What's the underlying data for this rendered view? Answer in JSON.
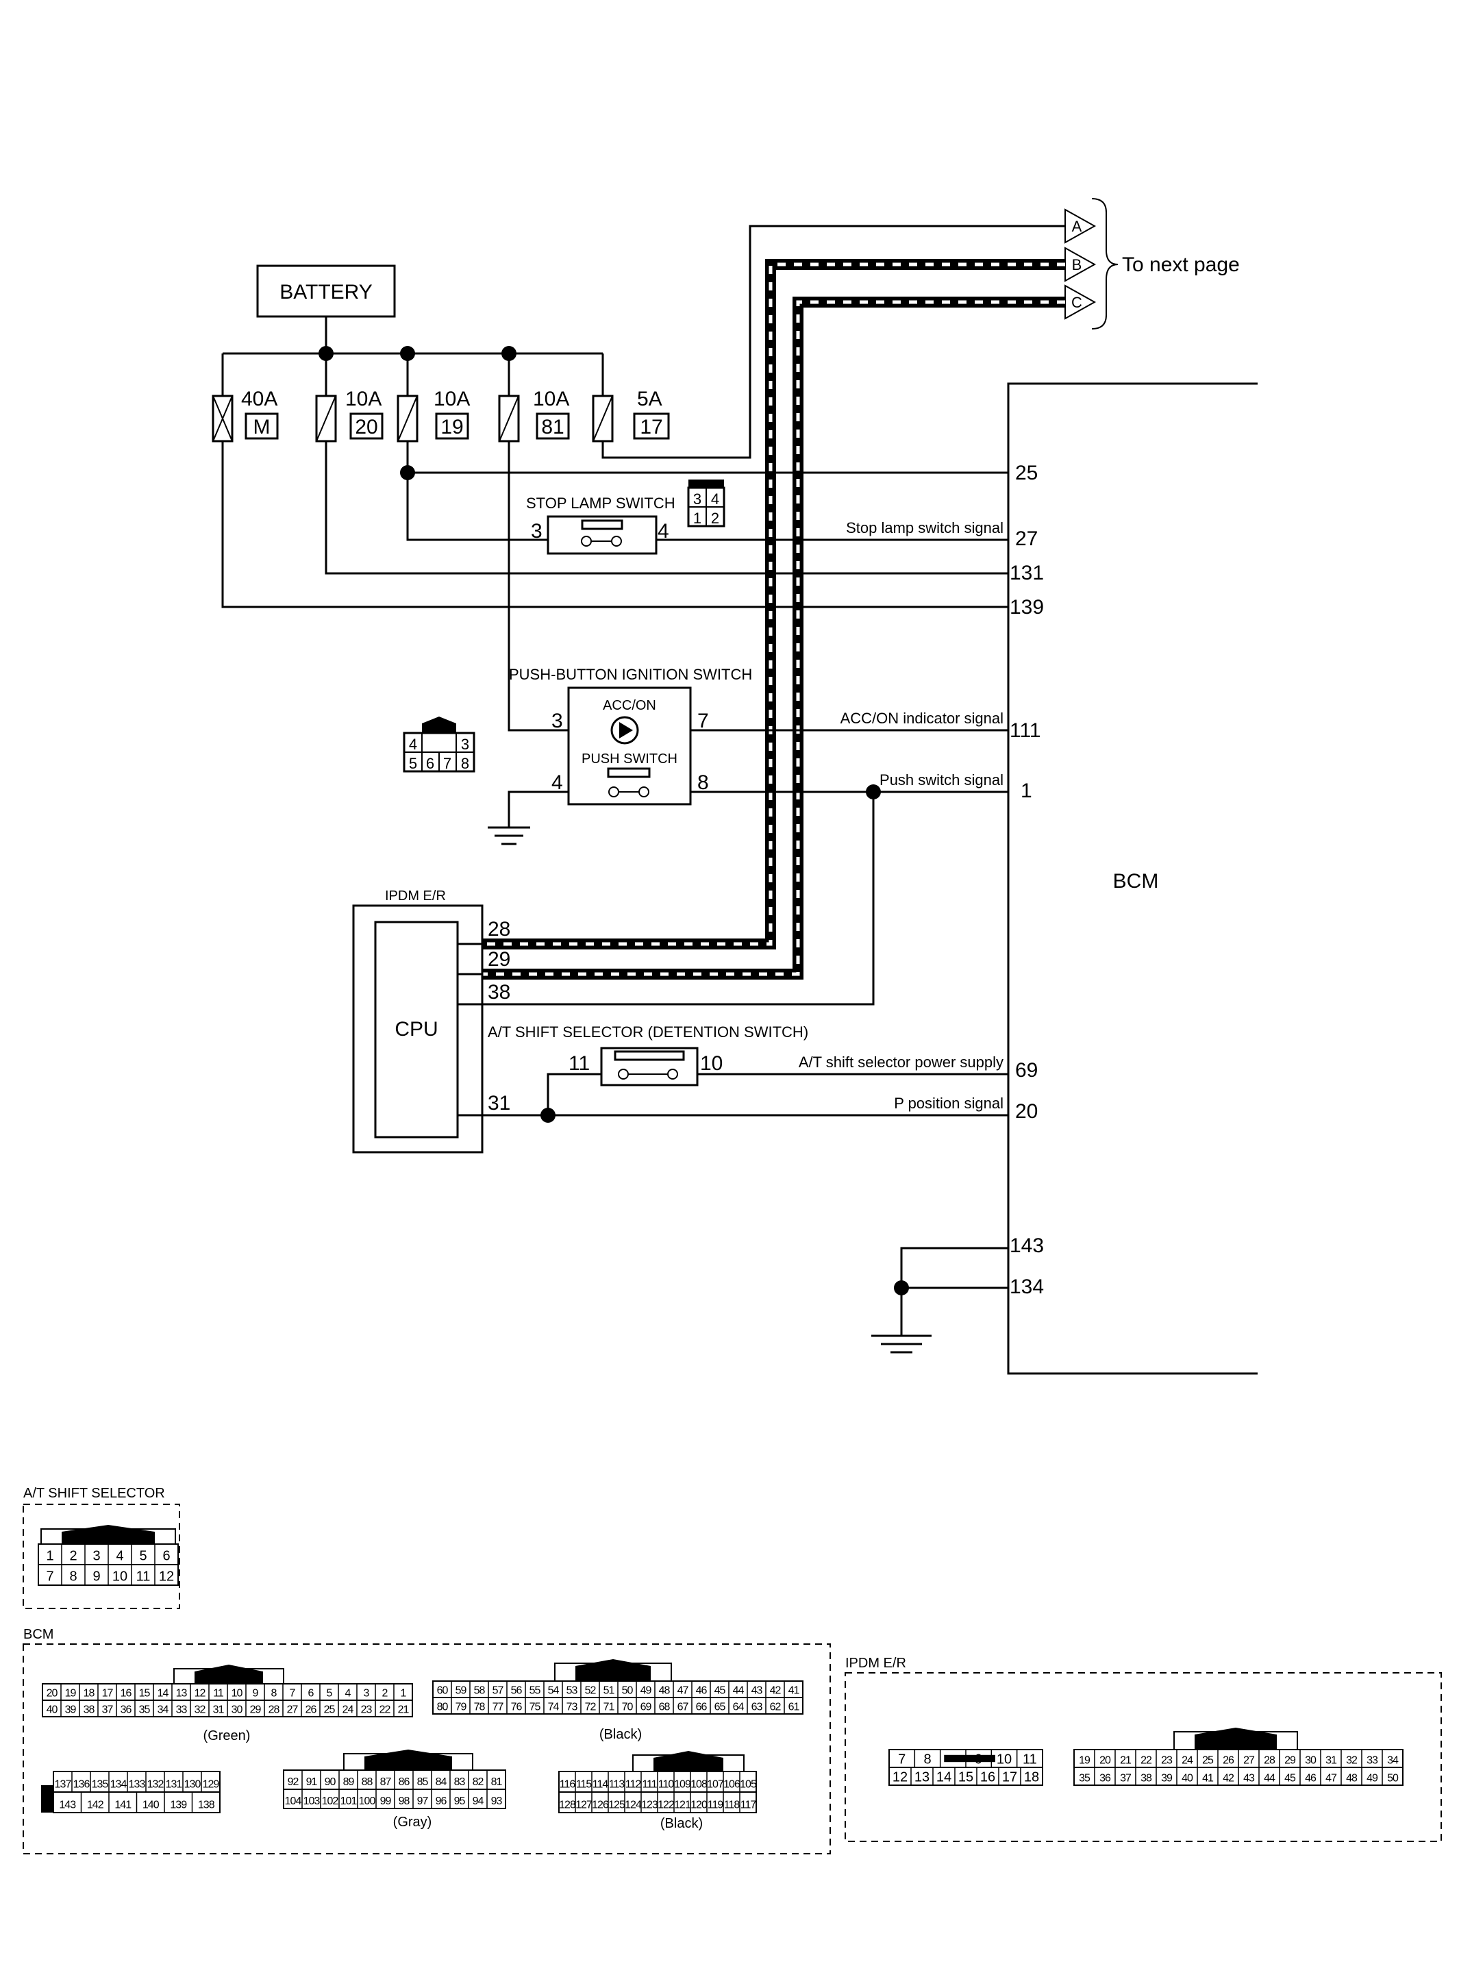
{
  "battery": "BATTERY",
  "fuses": [
    {
      "amp": "40A",
      "num": "M"
    },
    {
      "amp": "10A",
      "num": "20"
    },
    {
      "amp": "10A",
      "num": "19"
    },
    {
      "amp": "10A",
      "num": "81"
    },
    {
      "amp": "5A",
      "num": "17"
    }
  ],
  "offpage": {
    "a": "A",
    "b": "B",
    "c": "C",
    "label": "To next page"
  },
  "stop_lamp": {
    "title": "STOP LAMP SWITCH",
    "pin_in": "3",
    "pin_out": "4",
    "connector": [
      "3",
      "4",
      "1",
      "2"
    ]
  },
  "ignition": {
    "title": "PUSH-BUTTON IGNITION SWITCH",
    "acc_on": "ACC/ON",
    "push_switch": "PUSH SWITCH",
    "pins": {
      "p3": "3",
      "p7": "7",
      "p4": "4",
      "p8": "8"
    },
    "connector": [
      "4",
      "3",
      "5",
      "6",
      "7",
      "8"
    ]
  },
  "ipdm": {
    "title": "IPDM E/R",
    "cpu": "CPU",
    "pins": [
      "28",
      "29",
      "38",
      "31"
    ]
  },
  "at_shift": {
    "title": "A/T SHIFT SELECTOR (DETENTION SWITCH)",
    "pin_in": "11",
    "pin_out": "10"
  },
  "bcm": {
    "title": "BCM",
    "pins": [
      "25",
      "27",
      "131",
      "139",
      "111",
      "1",
      "69",
      "20",
      "143",
      "134"
    ],
    "signals": {
      "stop_lamp": "Stop lamp switch signal",
      "acc_on": "ACC/ON indicator signal",
      "push": "Push switch signal",
      "at_power": "A/T shift selector power supply",
      "p_position": "P position signal"
    }
  },
  "connectors": {
    "at_selector": {
      "title": "A/T SHIFT SELECTOR",
      "row1": [
        "1",
        "2",
        "3",
        "4",
        "5",
        "6"
      ],
      "row2": [
        "7",
        "8",
        "9",
        "10",
        "11",
        "12"
      ]
    },
    "bcm": {
      "title": "BCM",
      "green": {
        "row1": [
          "20",
          "19",
          "18",
          "17",
          "16",
          "15",
          "14",
          "13",
          "12",
          "11",
          "10",
          "9",
          "8",
          "7",
          "6",
          "5",
          "4",
          "3",
          "2",
          "1"
        ],
        "row2": [
          "40",
          "39",
          "38",
          "37",
          "36",
          "35",
          "34",
          "33",
          "32",
          "31",
          "30",
          "29",
          "28",
          "27",
          "26",
          "25",
          "24",
          "23",
          "22",
          "21"
        ],
        "label": "(Green)"
      },
      "black1": {
        "row1": [
          "60",
          "59",
          "58",
          "57",
          "56",
          "55",
          "54",
          "53",
          "52",
          "51",
          "50",
          "49",
          "48",
          "47",
          "46",
          "45",
          "44",
          "43",
          "42",
          "41"
        ],
        "row2": [
          "80",
          "79",
          "78",
          "77",
          "76",
          "75",
          "74",
          "73",
          "72",
          "71",
          "70",
          "69",
          "68",
          "67",
          "66",
          "65",
          "64",
          "63",
          "62",
          "61"
        ],
        "label": "(Black)"
      },
      "white": {
        "row1": [
          "137",
          "136",
          "135",
          "134",
          "133",
          "132",
          "131",
          "130",
          "129"
        ],
        "row2": [
          "143",
          "142",
          "141",
          "140",
          "139",
          "138"
        ]
      },
      "gray": {
        "row1": [
          "92",
          "91",
          "90",
          "89",
          "88",
          "87",
          "86",
          "85",
          "84",
          "83",
          "82",
          "81"
        ],
        "row2": [
          "104",
          "103",
          "102",
          "101",
          "100",
          "99",
          "98",
          "97",
          "96",
          "95",
          "94",
          "93"
        ],
        "label": "(Gray)"
      },
      "black2": {
        "row1": [
          "116",
          "115",
          "114",
          "113",
          "112",
          "111",
          "110",
          "109",
          "108",
          "107",
          "106",
          "105"
        ],
        "row2": [
          "128",
          "127",
          "126",
          "125",
          "124",
          "123",
          "122",
          "121",
          "120",
          "119",
          "118",
          "117"
        ],
        "label": "(Black)"
      }
    },
    "ipdm": {
      "title": "IPDM E/R",
      "small": {
        "row1": [
          "7",
          "8",
          "",
          "9",
          "10",
          "11"
        ],
        "row2": [
          "12",
          "13",
          "14",
          "15",
          "16",
          "17",
          "18"
        ]
      },
      "large": {
        "row1": [
          "19",
          "20",
          "21",
          "22",
          "23",
          "24",
          "25",
          "26",
          "27",
          "28",
          "29",
          "30",
          "31",
          "32",
          "33",
          "34"
        ],
        "row2": [
          "35",
          "36",
          "37",
          "38",
          "39",
          "40",
          "41",
          "42",
          "43",
          "44",
          "45",
          "46",
          "47",
          "48",
          "49",
          "50"
        ]
      }
    }
  }
}
